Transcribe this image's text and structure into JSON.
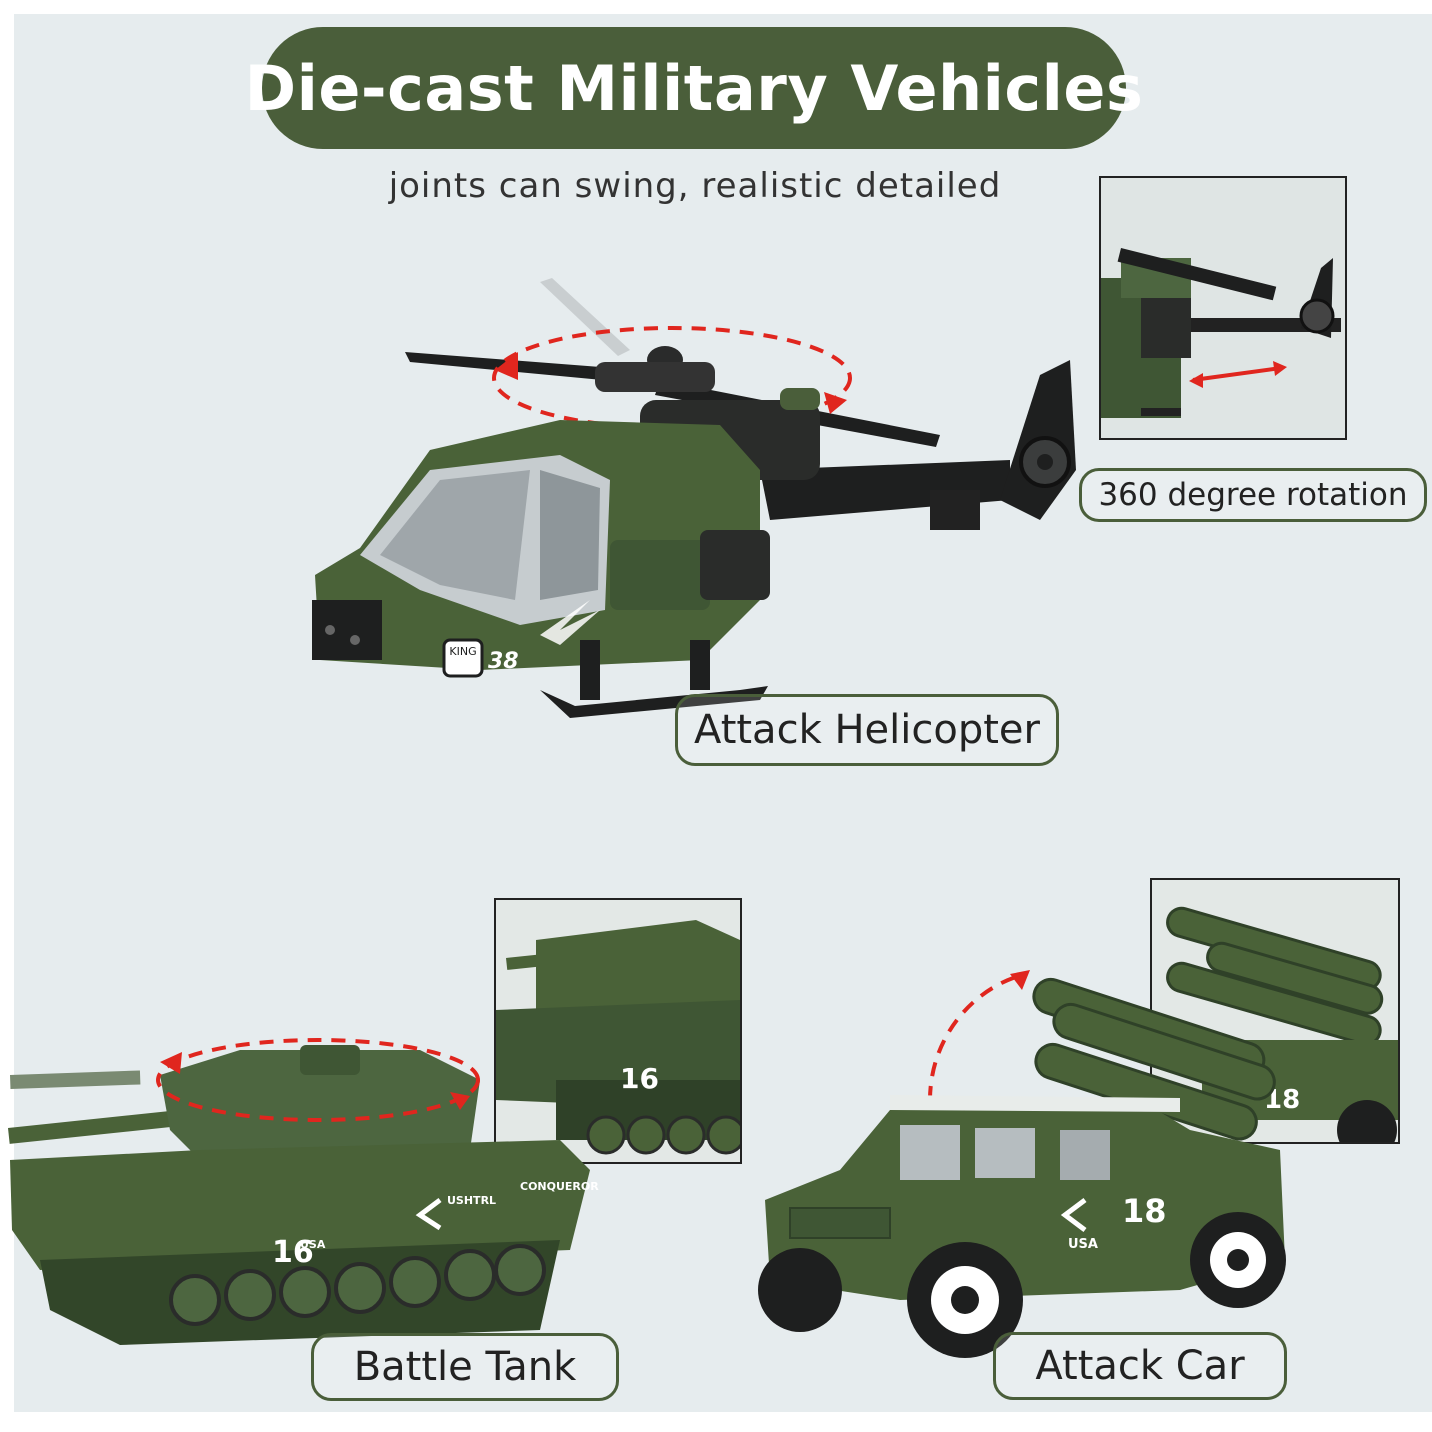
{
  "title": "Die-cast Military Vehicles",
  "subtitle": "joints can swing, realistic detailed",
  "labels": {
    "rotation": "360 degree rotation",
    "helicopter": "Attack Helicopter",
    "tank": "Battle Tank",
    "car": "Attack Car"
  },
  "markings": {
    "heli_badge": "KING",
    "heli_number": "38",
    "tank_number": "16",
    "tank_usa": "USA",
    "tank_brand": "CONQUEROR",
    "tank_code": "USHTRL",
    "car_number": "18",
    "car_usa": "USA"
  },
  "colors": {
    "army_green": "#4a5e3a",
    "panel_bg": "#e6ecee",
    "arrow_red": "#e0261e",
    "rotor_black": "#1e1f1f"
  }
}
